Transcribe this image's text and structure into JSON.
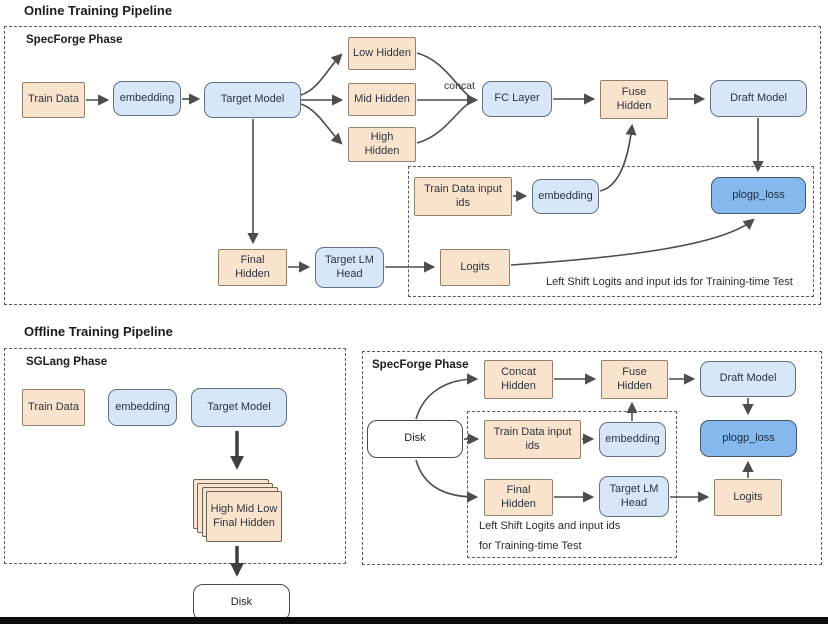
{
  "online": {
    "title": "Online Training Pipeline",
    "phase": "SpecForge Phase",
    "nodes": {
      "train_data": "Train Data",
      "embedding": "embedding",
      "target_model": "Target Model",
      "low_hidden": "Low Hidden",
      "mid_hidden": "Mid Hidden",
      "high_hidden": "High Hidden",
      "concat": "concat",
      "fc_layer": "FC Layer",
      "fuse_hidden": "Fuse Hidden",
      "draft_model": "Draft Model",
      "train_data_input_ids": "Train Data input ids",
      "embedding2": "embedding",
      "plogp_loss": "plogp_loss",
      "final_hidden": "Final Hidden",
      "target_lm_head": "Target LM Head",
      "logits": "Logits"
    },
    "note": "Left Shift Logits and input ids for Training-time Test"
  },
  "offline": {
    "title": "Offline Training Pipeline",
    "sglang": {
      "phase": "SGLang Phase",
      "train_data": "Train Data",
      "embedding": "embedding",
      "target_model": "Target Model",
      "hidden_stack": "High Mid Low Final Hidden",
      "disk": "Disk"
    },
    "specforge": {
      "phase": "SpecForge Phase",
      "disk": "Disk",
      "concat_hidden": "Concat Hidden",
      "fuse_hidden": "Fuse Hidden",
      "draft_model": "Draft Model",
      "train_data_input_ids": "Train Data input ids",
      "embedding": "embedding",
      "plogp_loss": "plogp_loss",
      "final_hidden": "Final Hidden",
      "target_lm_head": "Target LM Head",
      "logits": "Logits",
      "note_line1": "Left Shift Logits and input ids",
      "note_line2": "for Training-time Test"
    }
  },
  "colors": {
    "peach_fill": "#fae3cd",
    "peach_border": "#94806f",
    "blue_fill": "#d7e7f8",
    "blue_border": "#5f7287",
    "loss_fill": "#85b9ed",
    "loss_border": "#44586c",
    "arrow": "#4d4d4d",
    "dashed_border": "#5a5a5a"
  }
}
